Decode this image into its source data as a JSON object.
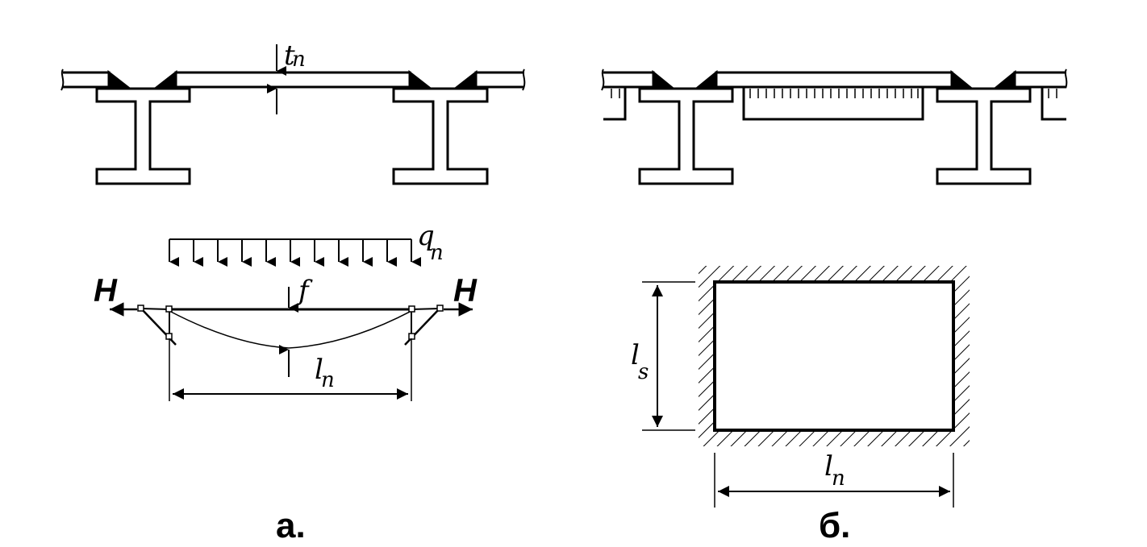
{
  "figure_a": {
    "label_thickness": "t",
    "label_thickness_sub": "n",
    "label_load": "q",
    "label_load_sub": "n",
    "label_deflection": "f",
    "label_span": "l",
    "label_span_sub": "n",
    "label_thrust_left": "H",
    "label_thrust_right": "H",
    "caption": "а."
  },
  "figure_b": {
    "label_short_side": "l",
    "label_short_side_sub": "s",
    "label_long_side": "l",
    "label_long_side_sub": "n",
    "caption": "б."
  }
}
